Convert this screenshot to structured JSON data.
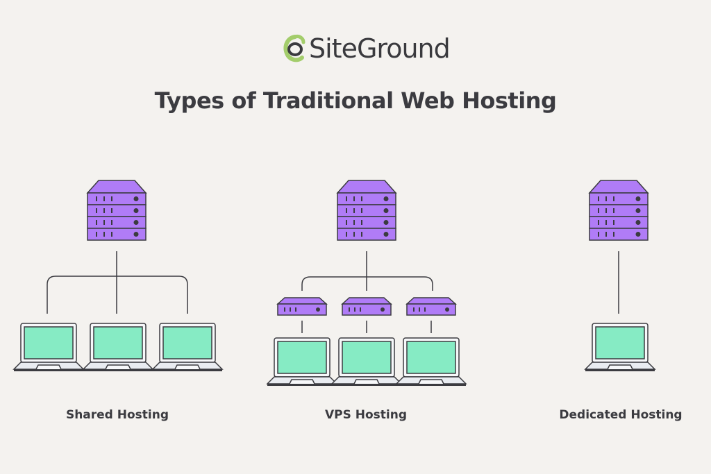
{
  "logo": {
    "text": "SiteGround",
    "icon": "siteground-swirl-icon",
    "icon_color": "#a3cd6b"
  },
  "title": "Types of Traditional Web Hosting",
  "colors": {
    "server": "#b07cf7",
    "screen": "#86ebc4",
    "stroke": "#3b3b40",
    "background": "#f4f2ef"
  },
  "sections": [
    {
      "label": "Shared Hosting",
      "servers": 1,
      "virtual_servers": 0,
      "laptops": 3
    },
    {
      "label": "VPS Hosting",
      "servers": 1,
      "virtual_servers": 3,
      "laptops": 3
    },
    {
      "label": "Dedicated Hosting",
      "servers": 1,
      "virtual_servers": 0,
      "laptops": 1
    }
  ]
}
